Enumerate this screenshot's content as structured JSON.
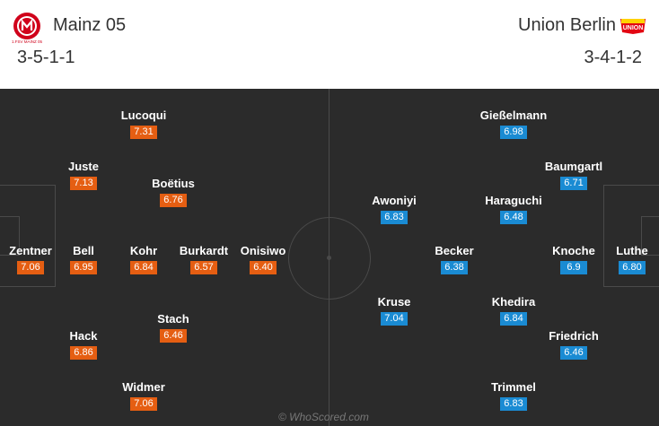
{
  "home": {
    "name": "Mainz 05",
    "formation": "3-5-1-1",
    "crest_text": "1.FSV MAINZ 05",
    "players": [
      {
        "name": "Zentner",
        "rating": "7.06"
      },
      {
        "name": "Bell",
        "rating": "6.95"
      },
      {
        "name": "Juste",
        "rating": "7.13"
      },
      {
        "name": "Hack",
        "rating": "6.86"
      },
      {
        "name": "Lucoqui",
        "rating": "7.31"
      },
      {
        "name": "Boëtius",
        "rating": "6.76"
      },
      {
        "name": "Kohr",
        "rating": "6.84"
      },
      {
        "name": "Stach",
        "rating": "6.46"
      },
      {
        "name": "Widmer",
        "rating": "7.06"
      },
      {
        "name": "Burkardt",
        "rating": "6.57"
      },
      {
        "name": "Onisiwo",
        "rating": "6.40"
      }
    ]
  },
  "away": {
    "name": "Union Berlin",
    "formation": "3-4-1-2",
    "crest_text": "UNION",
    "players": [
      {
        "name": "Luthe",
        "rating": "6.80"
      },
      {
        "name": "Knoche",
        "rating": "6.9"
      },
      {
        "name": "Baumgartl",
        "rating": "6.71"
      },
      {
        "name": "Friedrich",
        "rating": "6.46"
      },
      {
        "name": "Gießelmann",
        "rating": "6.98"
      },
      {
        "name": "Haraguchi",
        "rating": "6.48"
      },
      {
        "name": "Khedira",
        "rating": "6.84"
      },
      {
        "name": "Trimmel",
        "rating": "6.83"
      },
      {
        "name": "Becker",
        "rating": "6.38"
      },
      {
        "name": "Awoniyi",
        "rating": "6.83"
      },
      {
        "name": "Kruse",
        "rating": "7.04"
      }
    ]
  },
  "colors": {
    "home_rating": "#e55e12",
    "away_rating": "#1a8bd3",
    "pitch": "#2b2b2b"
  },
  "watermark": "© WhoScored.com"
}
